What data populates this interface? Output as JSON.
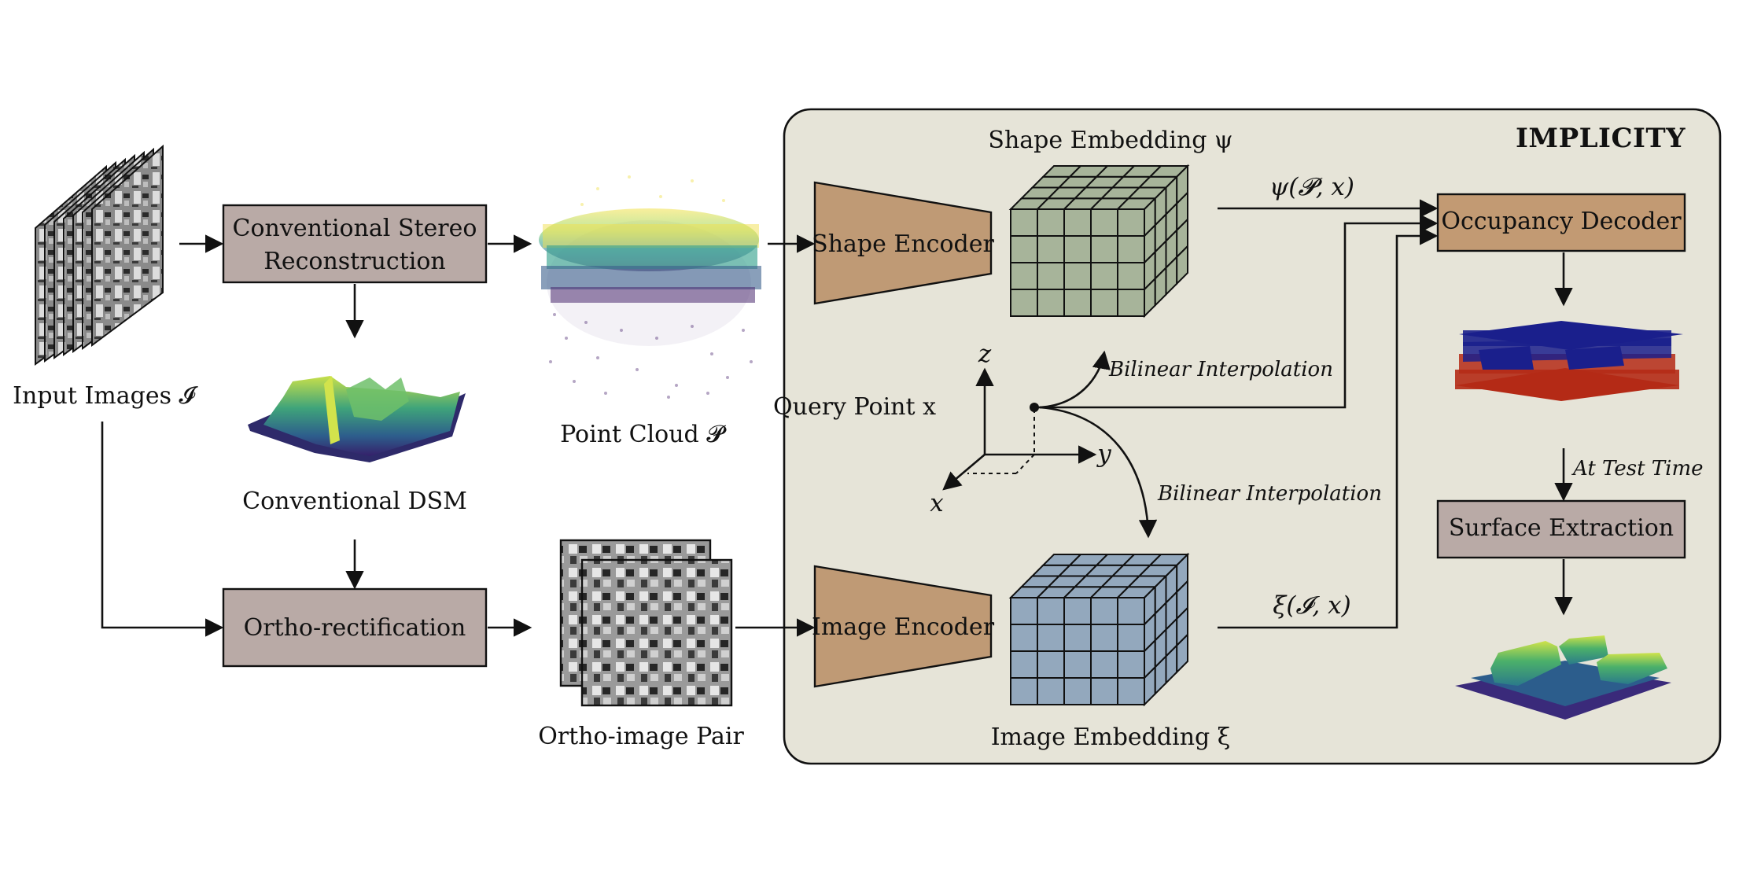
{
  "framework": {
    "name": "IMPLICITY",
    "panel_color": "#e6e4d8"
  },
  "inputs": {
    "images_label": "Input Images 𝓘",
    "point_cloud_label": "Point Cloud 𝓟",
    "dsm_label": "Conventional DSM",
    "ortho_pair_label": "Ortho-image Pair"
  },
  "boxes": {
    "stereo_line1": "Conventional Stereo",
    "stereo_line2": "Reconstruction",
    "ortho_rect": "Ortho-rectification",
    "shape_encoder": "Shape Encoder",
    "image_encoder": "Image Encoder",
    "occupancy_decoder": "Occupancy Decoder",
    "surface_extraction": "Surface Extraction"
  },
  "embeddings": {
    "shape_label": "Shape Embedding ψ",
    "image_label": "Image Embedding ξ",
    "shape_feature": "ψ(𝓟, x)",
    "image_feature": "ξ(𝓘, x)"
  },
  "query": {
    "label": "Query Point x",
    "axis_x": "x",
    "axis_y": "y",
    "axis_z": "z",
    "interp_top": "Bilinear Interpolation",
    "interp_bottom": "Bilinear Interpolation"
  },
  "test_time": "At Test Time",
  "colors": {
    "process_box": "#b9aaa6",
    "encoder": "#bf9a75",
    "decoder": "#c29a73",
    "shape_grid": "#a7b49a",
    "image_grid": "#93a8bd",
    "occ_blue": "#1a1f8c",
    "occ_red": "#b42a16"
  }
}
